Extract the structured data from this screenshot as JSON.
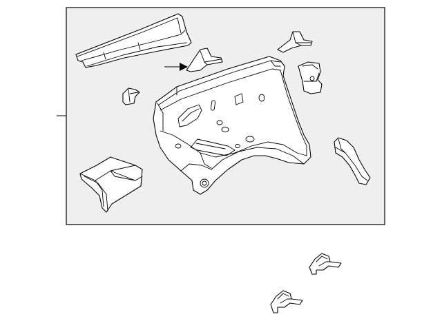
{
  "diagram": {
    "panel_fill": "#efefef",
    "line_color": "#000000",
    "background": "#ffffff",
    "parts": [
      {
        "name": "upper-rail-reinforcement"
      },
      {
        "name": "rail-bracket-small"
      },
      {
        "name": "apron-bracket-top"
      },
      {
        "name": "mount-bracket"
      },
      {
        "name": "small-bracket-left"
      },
      {
        "name": "fender-apron-panel"
      },
      {
        "name": "lower-bracket-right"
      },
      {
        "name": "front-extension-box"
      },
      {
        "name": "clip-upper"
      },
      {
        "name": "clip-lower"
      }
    ],
    "callout": {
      "arrow": "arrow-icon",
      "leader": "leader-line"
    }
  }
}
